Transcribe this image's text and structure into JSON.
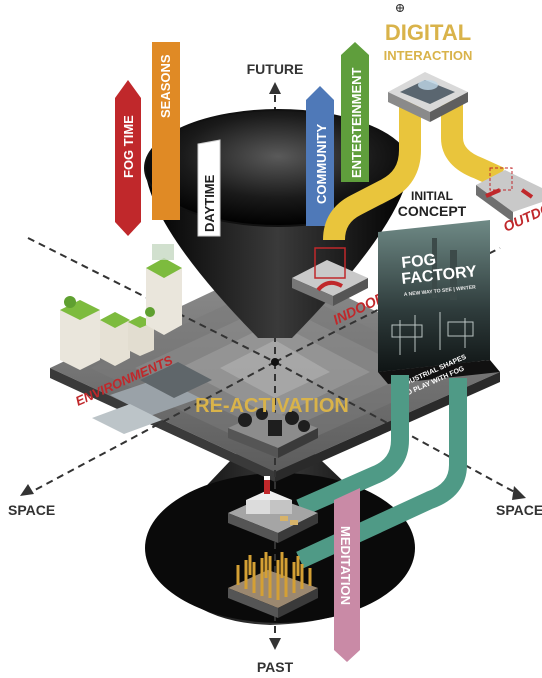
{
  "axes": {
    "future": "FUTURE",
    "past": "PAST",
    "space_left": "SPACE",
    "space_right": "SPACE"
  },
  "center": "RE-ACTIVATION",
  "ribbons": {
    "fog_time": "FOG TIME",
    "seasons": "SEASONS",
    "daytime": "DAYTIME",
    "community": "COMMUNITY",
    "entertainment": "ENTERTEINMENT",
    "meditation": "MEDITATION"
  },
  "digital": {
    "line1": "DIGITAL",
    "line2": "INTERACTION"
  },
  "initial_concept": {
    "line1": "INITIAL",
    "line2": "CONCEPT"
  },
  "indoor": "INDOOR",
  "outdoor": "OUTDO",
  "environments": "ENVIRONMENTS",
  "poster": {
    "title1": "FOG",
    "title2": "FACTORY",
    "subtitle": "A NEW WAY TO SEE | WINTER",
    "caption1": "INDUSTRIAL SHAPES",
    "caption2": "TO PLAY WITH FOG"
  },
  "colors": {
    "fog_time": "#c0282b",
    "seasons": "#e08a25",
    "daytime": "#ffffff",
    "community": "#4f79b8",
    "entertainment": "#5f9e3c",
    "meditation": "#c98aa6",
    "digital_path": "#e9c53c",
    "past_path": "#4f9a86",
    "gold": "#d9b34a",
    "accent_red": "#c0282b"
  }
}
